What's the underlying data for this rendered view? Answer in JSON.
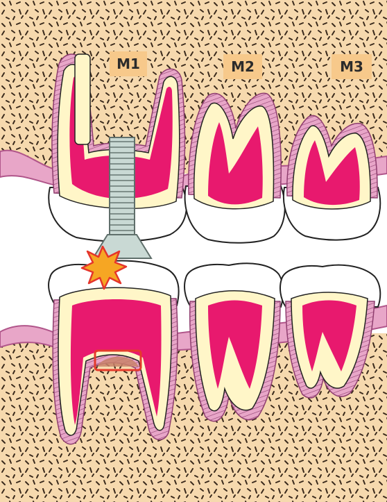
{
  "labels": {
    "m1": "M1",
    "m2": "M2",
    "m3": "M3"
  },
  "colors": {
    "bone": "#F6D9AE",
    "bone_speckle": "#3A2A1C",
    "gingiva": "#E8A6C8",
    "gingiva_stroke": "#B0558A",
    "dentin": "#FFF6C8",
    "enamel": "#FFFFFF",
    "pulp": "#E8196E",
    "implant": "#C9D9D4",
    "implant_stroke": "#5F6F6B",
    "contact_burst": "#F6A623",
    "contact_burst_stroke": "#E5352B",
    "lesion_box": "#E53A2B",
    "label_bg": "#F7C98B"
  }
}
